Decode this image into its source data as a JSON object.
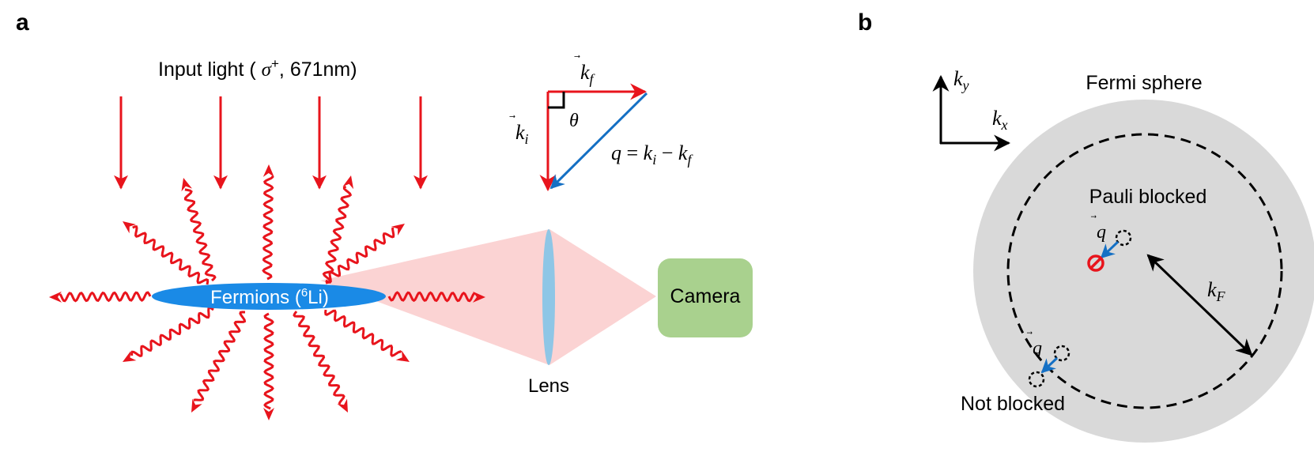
{
  "panel_a": {
    "label": "a",
    "input_light_prefix": "Input light ( ",
    "input_light_symbol": "σ",
    "input_light_sup": "+",
    "input_light_suffix": ", 671nm)",
    "fermions_prefix": "Fermions (",
    "fermions_sup": "6",
    "fermions_suffix": "Li)",
    "lens_label": "Lens",
    "camera_label": "Camera",
    "kf_label": "k",
    "kf_sub": "f",
    "ki_label": "k",
    "ki_sub": "i",
    "theta_label": "θ",
    "q_eq_q": "q",
    "q_eq_eq": " = ",
    "q_eq_k1": "k",
    "q_eq_k1_sub": "i",
    "q_eq_minus": " − ",
    "q_eq_k2": "k",
    "q_eq_k2_sub": "f",
    "vector_arrow": "⃗"
  },
  "panel_b": {
    "label": "b",
    "ky_label": "k",
    "ky_sub": "y",
    "kx_label": "k",
    "kx_sub": "x",
    "fermi_sphere": "Fermi sphere",
    "pauli_blocked": "Pauli blocked",
    "not_blocked": "Not blocked",
    "q_label": "q",
    "kF_label": "k",
    "kF_sub": "F"
  },
  "colors": {
    "light_red": "#e8141c",
    "scatter_blue": "#1570c4",
    "fermion_blue": "#1a8ae6",
    "lens_blue": "#8ec6e6",
    "cone_pink": "#fbd3d3",
    "camera_green": "#a9d18e",
    "sphere_gray": "#d9d9d9"
  }
}
